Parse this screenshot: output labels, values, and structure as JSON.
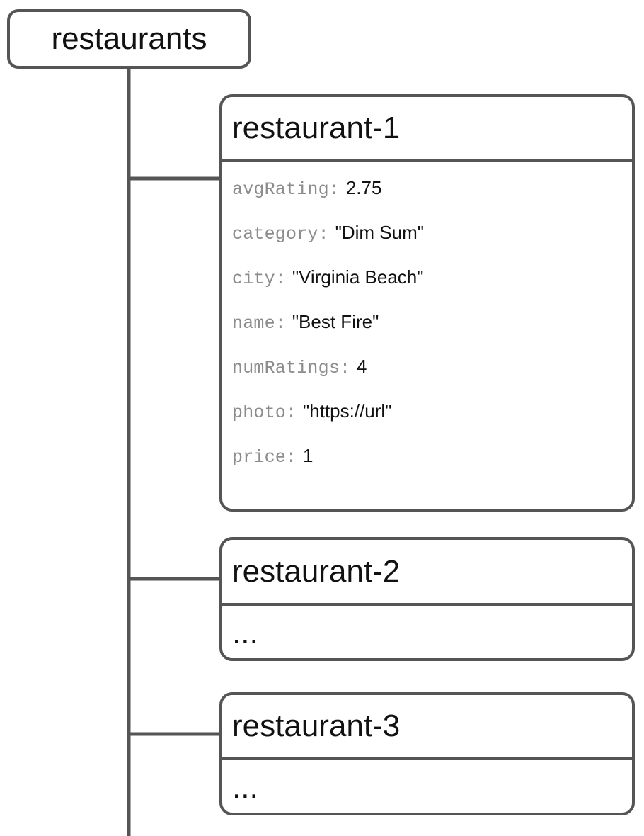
{
  "diagram": {
    "type": "collection-document-tree",
    "line_color": "#555555",
    "key_color": "#8c8c8c",
    "value_color": "#111111",
    "background": "#ffffff"
  },
  "root": {
    "label": "restaurants"
  },
  "documents": [
    {
      "id": "restaurant-1",
      "expanded": true,
      "fields": [
        {
          "key": "avgRating",
          "sep": ":",
          "value": "2.75"
        },
        {
          "key": "category",
          "sep": ":",
          "value": "\"Dim Sum\""
        },
        {
          "key": "city",
          "sep": ":",
          "value": "\"Virginia Beach\""
        },
        {
          "key": "name",
          "sep": ":",
          "value": "\"Best Fire\""
        },
        {
          "key": "numRatings",
          "sep": ":",
          "value": "4"
        },
        {
          "key": "photo",
          "sep": ":",
          "value": "\"https://url\""
        },
        {
          "key": "price",
          "sep": ":",
          "value": "1"
        }
      ]
    },
    {
      "id": "restaurant-2",
      "expanded": false,
      "ellipsis": "..."
    },
    {
      "id": "restaurant-3",
      "expanded": false,
      "ellipsis": "..."
    }
  ]
}
